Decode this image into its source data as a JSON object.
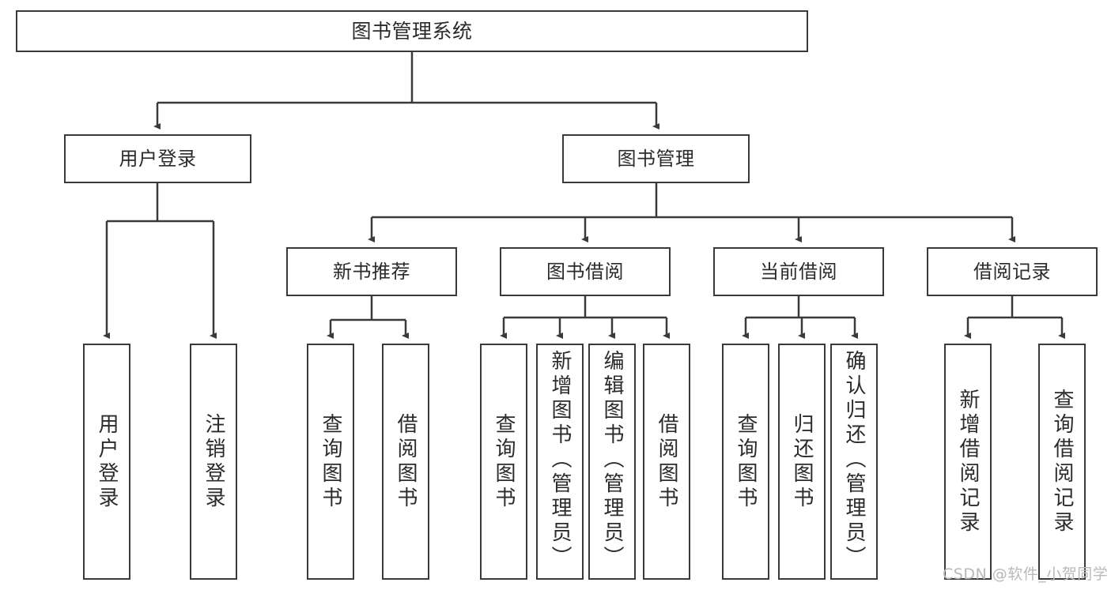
{
  "diagram": {
    "type": "tree",
    "title": "图书管理系统",
    "watermark": "CSDN @软件_小贺同学",
    "colors": {
      "box_border": "#3a3a3a",
      "box_fill": "#ffffff",
      "text": "#2b2b2b",
      "connector": "#3a3a3a",
      "watermark": "#b9b9b9"
    },
    "root": {
      "label": "图书管理系统"
    },
    "level2": [
      {
        "label": "用户登录"
      },
      {
        "label": "图书管理"
      }
    ],
    "level3": [
      {
        "label": "新书推荐"
      },
      {
        "label": "图书借阅"
      },
      {
        "label": "当前借阅"
      },
      {
        "label": "借阅记录"
      }
    ],
    "leaves": [
      {
        "label": "用户登录",
        "parent": "用户登录"
      },
      {
        "label": "注销登录",
        "parent": "用户登录"
      },
      {
        "label": "查询图书",
        "parent": "新书推荐"
      },
      {
        "label": "借阅图书",
        "parent": "新书推荐"
      },
      {
        "label": "查询图书",
        "parent": "图书借阅"
      },
      {
        "label": "新增图书（管理员）",
        "parent": "图书借阅"
      },
      {
        "label": "编辑图书（管理员）",
        "parent": "图书借阅"
      },
      {
        "label": "借阅图书",
        "parent": "图书借阅"
      },
      {
        "label": "查询图书",
        "parent": "当前借阅"
      },
      {
        "label": "归还图书",
        "parent": "当前借阅"
      },
      {
        "label": "确认归还（管理员）",
        "parent": "当前借阅"
      },
      {
        "label": "新增借阅记录",
        "parent": "借阅记录"
      },
      {
        "label": "查询借阅记录",
        "parent": "借阅记录"
      }
    ]
  }
}
